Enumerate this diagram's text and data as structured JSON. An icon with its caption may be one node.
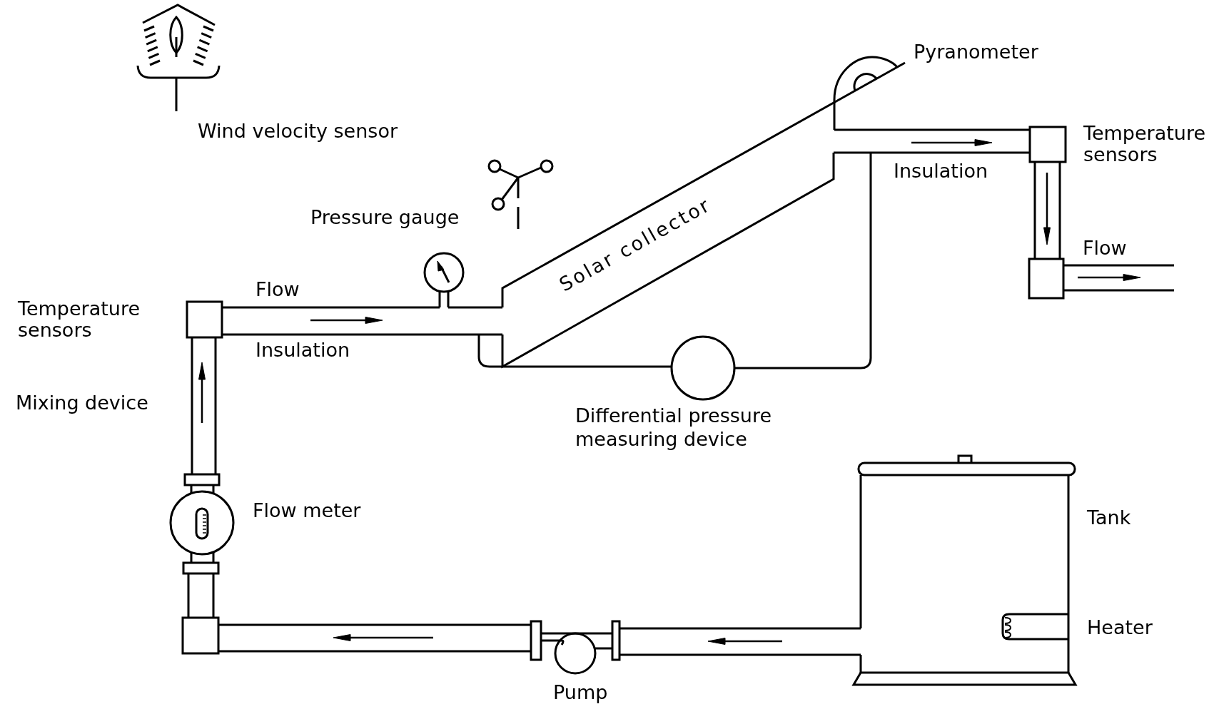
{
  "diagram": {
    "labels": [
      "Pyranometer",
      "Wind velocity sensor",
      "Temperature sensors",
      "Insulation",
      "Pressure gauge",
      "Solar collector",
      "Flow",
      "Flow",
      "Temperature sensors",
      "Insulation",
      "Mixing device",
      "Differential pressure measuring device",
      "Flow meter",
      "Tank",
      "Heater",
      "Pump"
    ]
  }
}
